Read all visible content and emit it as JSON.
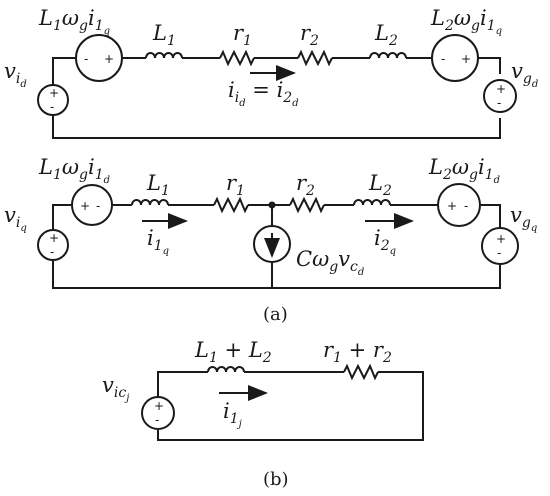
{
  "figure_a": {
    "caption": "(a)",
    "d_axis": {
      "source_left": {
        "main": "L",
        "s1": "1",
        "main2": "ω",
        "s2": "g",
        "main3": "i",
        "s3": "1",
        "s3b": "q"
      },
      "source_right": {
        "main": "L",
        "s1": "2",
        "main2": "ω",
        "s2": "g",
        "main3": "i",
        "s3": "1",
        "s3b": "q"
      },
      "inductor1": {
        "main": "L",
        "sub": "1"
      },
      "resistor1": {
        "main": "r",
        "sub": "1"
      },
      "resistor2": {
        "main": "r",
        "sub": "2"
      },
      "inductor2": {
        "main": "L",
        "sub": "2"
      },
      "v_in": {
        "main": "v",
        "sub": "i",
        "sub2": "d"
      },
      "v_grid": {
        "main": "v",
        "sub": "g",
        "sub2": "d"
      },
      "current": {
        "lhs": "i",
        "lhs_sub": "i",
        "lhs_sub2": "d",
        "eq": " = ",
        "rhs": "i",
        "rhs_sub": "2",
        "rhs_sub2": "d"
      }
    },
    "q_axis": {
      "source_left": {
        "main": "L",
        "s1": "1",
        "main2": "ω",
        "s2": "g",
        "main3": "i",
        "s3": "1",
        "s3b": "d"
      },
      "source_right": {
        "main": "L",
        "s1": "2",
        "main2": "ω",
        "s2": "g",
        "main3": "i",
        "s3": "1",
        "s3b": "d"
      },
      "inductor1": {
        "main": "L",
        "sub": "1"
      },
      "resistor1": {
        "main": "r",
        "sub": "1"
      },
      "resistor2": {
        "main": "r",
        "sub": "2"
      },
      "inductor2": {
        "main": "L",
        "sub": "2"
      },
      "v_in": {
        "main": "v",
        "sub": "i",
        "sub2": "q"
      },
      "v_grid": {
        "main": "v",
        "sub": "g",
        "sub2": "q"
      },
      "current1": {
        "main": "i",
        "sub": "1",
        "sub2": "q"
      },
      "current2": {
        "main": "i",
        "sub": "2",
        "sub2": "q"
      },
      "cap_source": {
        "main": "Cω",
        "sub": "g",
        "main2": "v",
        "sub2": "c",
        "sub3": "d"
      }
    }
  },
  "figure_b": {
    "caption": "(b)",
    "inductor": {
      "a": "L",
      "a_sub": "1",
      "op": " + ",
      "b": "L",
      "b_sub": "2"
    },
    "resistor": {
      "a": "r",
      "a_sub": "1",
      "op": " + ",
      "b": "r",
      "b_sub": "2"
    },
    "v_in": {
      "main": "v",
      "sub": "ic",
      "sub2": "j"
    },
    "current": {
      "main": "i",
      "sub": "1",
      "sub2": "j"
    }
  },
  "signs": {
    "plus": "+",
    "minus": "-"
  }
}
